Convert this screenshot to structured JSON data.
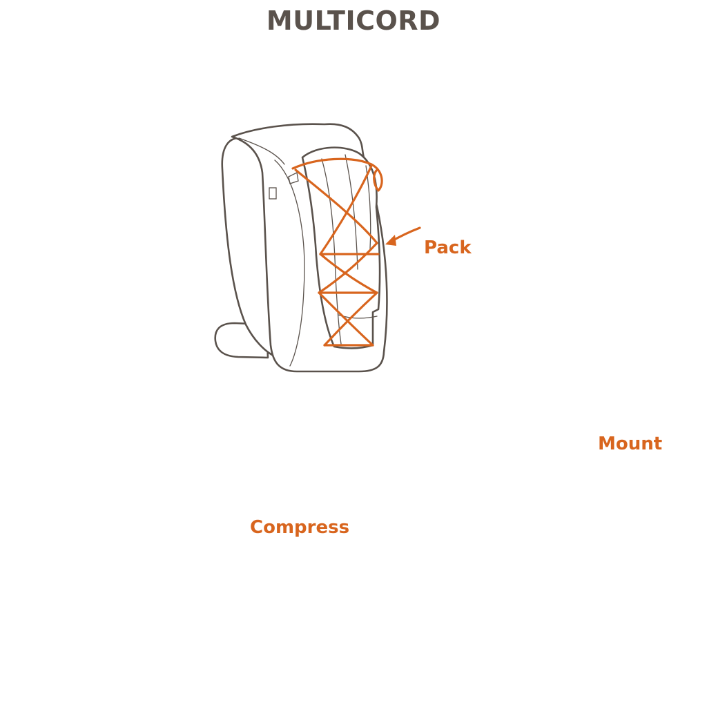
{
  "title": "MULTICORD",
  "panels": [
    {
      "id": "pack",
      "label": "Pack"
    },
    {
      "id": "compress",
      "label": "Compress"
    },
    {
      "id": "mount",
      "label": "Mount"
    }
  ],
  "colors": {
    "outline": "#5a524c",
    "cord": "#d8651e",
    "title": "#5a524c",
    "background": "#ffffff"
  }
}
